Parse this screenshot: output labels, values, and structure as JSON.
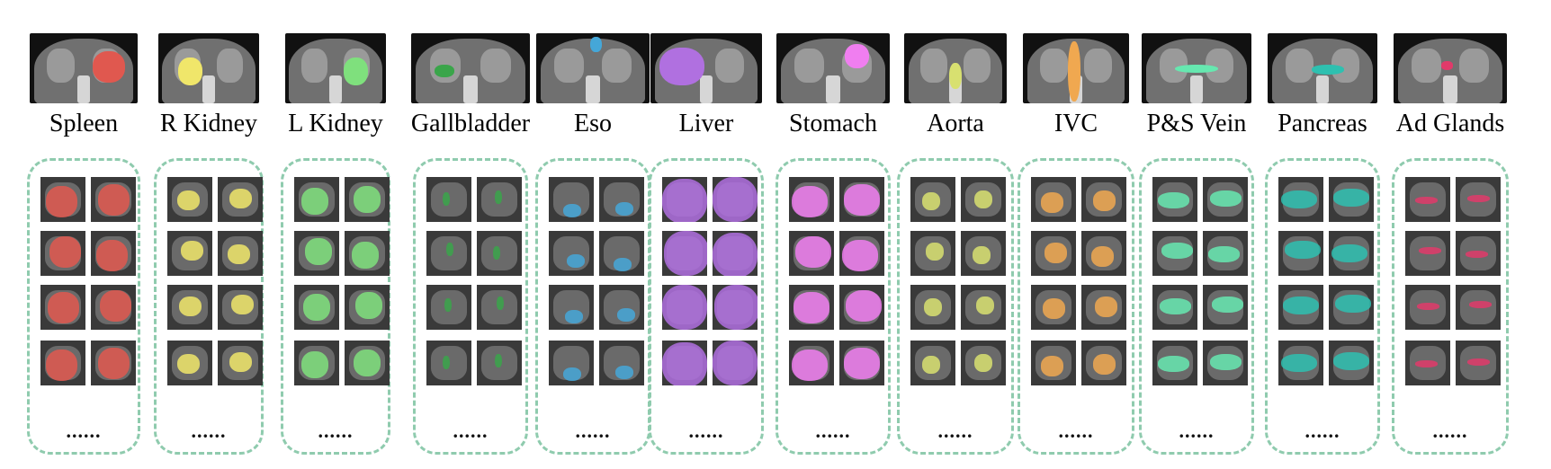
{
  "ellipsis": "......",
  "columns": [
    {
      "name": "Spleen",
      "color": "#e0584f",
      "icon": "spleen-segmentation"
    },
    {
      "name": "R Kidney",
      "color": "#f0e66a",
      "icon": "right-kidney-segmentation"
    },
    {
      "name": "L Kidney",
      "color": "#7fe07d",
      "icon": "left-kidney-segmentation"
    },
    {
      "name": "Gallbladder",
      "color": "#3aa54a",
      "icon": "gallbladder-segmentation"
    },
    {
      "name": "Eso",
      "color": "#45a7d8",
      "icon": "esophagus-segmentation"
    },
    {
      "name": "Liver",
      "color": "#b070e0",
      "icon": "liver-segmentation"
    },
    {
      "name": "Stomach",
      "color": "#f07ef0",
      "icon": "stomach-segmentation"
    },
    {
      "name": "Aorta",
      "color": "#d8e070",
      "icon": "aorta-segmentation"
    },
    {
      "name": "IVC",
      "color": "#f0a850",
      "icon": "ivc-segmentation"
    },
    {
      "name": "P&S Vein",
      "color": "#66e8b0",
      "icon": "portal-splenic-vein-segmentation"
    },
    {
      "name": "Pancreas",
      "color": "#2ec0b0",
      "icon": "pancreas-segmentation"
    },
    {
      "name": "Ad Glands",
      "color": "#e03a6a",
      "icon": "adrenal-glands-segmentation"
    }
  ]
}
